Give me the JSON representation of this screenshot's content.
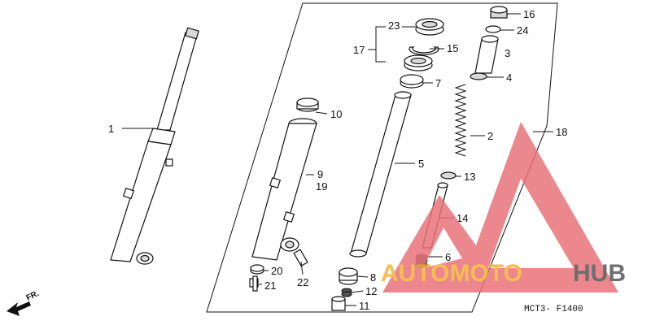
{
  "diagram": {
    "drawing_code": "MCT3- F1400",
    "direction_label": "FR.",
    "callouts": {
      "p1": "1",
      "p2": "2",
      "p3": "3",
      "p4": "4",
      "p5": "5",
      "p6": "6",
      "p7": "7",
      "p8": "8",
      "p9": "9",
      "p10": "10",
      "p11": "11",
      "p12": "12",
      "p13": "13",
      "p14": "14",
      "p15": "15",
      "p16": "16",
      "p17": "17",
      "p18": "18",
      "p19": "19",
      "p20": "20",
      "p21": "21",
      "p22": "22",
      "p23": "23",
      "p24": "24"
    }
  },
  "watermark": {
    "word_a": "AUTOMOTO",
    "word_b": "HUB",
    "color_logo": "#e8737a",
    "color_word_a": "#f5b335",
    "color_word_b": "#555555"
  }
}
